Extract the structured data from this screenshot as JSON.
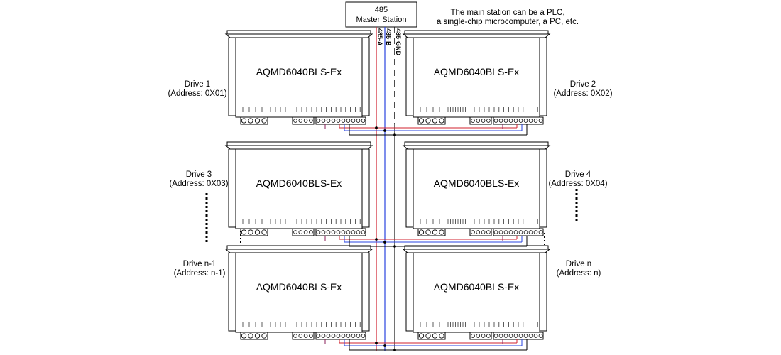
{
  "master": {
    "line1": "485",
    "line2": "Master Station",
    "note_line1": "The main station can be a PLC,",
    "note_line2": "a single-chip microcomputer, a PC, etc."
  },
  "bus": {
    "label_a": "485-A",
    "label_b": "485-B",
    "label_gnd": "485-GND",
    "colors": {
      "a": "#d0202e",
      "b": "#2a44e0",
      "gnd": "#000000",
      "pair_mix": "#8a1f5a"
    }
  },
  "drives": [
    {
      "model": "AQMD6040BLS-Ex",
      "name": "Drive 1",
      "address": "(Address: 0X01)"
    },
    {
      "model": "AQMD6040BLS-Ex",
      "name": "Drive 2",
      "address": "(Address: 0X02)"
    },
    {
      "model": "AQMD6040BLS-Ex",
      "name": "Drive 3",
      "address": "(Address: 0X03)"
    },
    {
      "model": "AQMD6040BLS-Ex",
      "name": "Drive 4",
      "address": "(Address: 0X04)"
    },
    {
      "model": "AQMD6040BLS-Ex",
      "name": "Drive n-1",
      "address": "(Address: n-1)"
    },
    {
      "model": "AQMD6040BLS-Ex",
      "name": "Drive n",
      "address": "(Address: n)"
    }
  ]
}
